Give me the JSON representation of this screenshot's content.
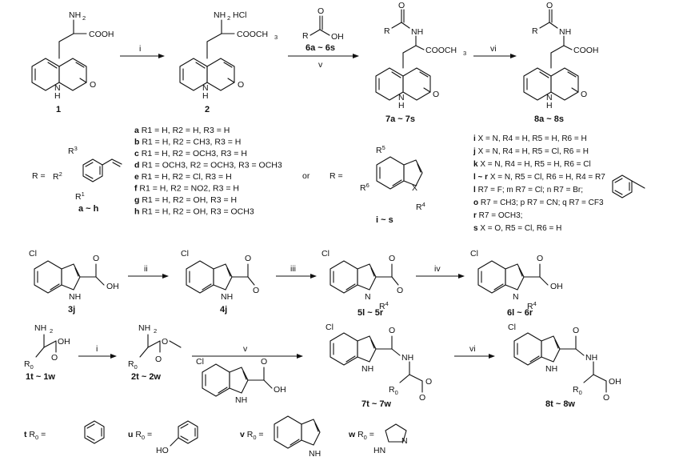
{
  "steps": {
    "i": "i",
    "ii": "ii",
    "iii": "iii",
    "iv": "iv",
    "v": "v",
    "vi": "vi"
  },
  "compounds": {
    "c1": "1",
    "c2": "2",
    "c7": "7a ~ 7s",
    "c8": "8a ~ 8s",
    "c3j": "3j",
    "c4j": "4j",
    "c5": "5l ~ 5r",
    "c6": "6l ~ 6r",
    "c1t": "1t ~ 1w",
    "c2t": "2t ~ 2w",
    "c7t": "7t ~ 7w",
    "c8t": "8t ~ 8w",
    "c6a": "6a ~ 6s",
    "cah": "a ~ h",
    "cis": "i ~ s"
  },
  "groups": {
    "nh2": "NH",
    "nh2hcl_1": "NH",
    "nh2hcl_2": "HCl",
    "cooh": "COOH",
    "cooch3": "COOCH",
    "nh": "NH",
    "o": "O",
    "oh": "OH",
    "h": "H",
    "n": "N",
    "r": "R",
    "cl": "Cl",
    "ho": "HO",
    "hn": "HN",
    "x": "X",
    "req": "R =",
    "or": "or"
  },
  "ah_list": [
    {
      "k": "a",
      "t": "R1 = H, R2 = H, R3 = H"
    },
    {
      "k": "b",
      "t": "R1 = H, R2 = CH3, R3 = H"
    },
    {
      "k": "c",
      "t": "R1 = H, R2 = OCH3, R3 = H"
    },
    {
      "k": "d",
      "t": "R1 = OCH3, R2 = OCH3, R3 = OCH3"
    },
    {
      "k": "e",
      "t": "R1 = H, R2 = Cl, R3 = H"
    },
    {
      "k": "f",
      "t": "R1 = H, R2 = NO2, R3 = H"
    },
    {
      "k": "g",
      "t": "R1 = H, R2 = OH, R3 = H"
    },
    {
      "k": "h",
      "t": "R1 = H, R2 = OH, R3 = OCH3"
    }
  ],
  "is_list": [
    {
      "k": "i",
      "t": "X = N, R4 = H, R5 = H, R6 = H"
    },
    {
      "k": "j",
      "t": "X = N, R4 = H, R5 = Cl, R6 = H"
    },
    {
      "k": "k",
      "t": "X = N, R4 = H, R5 = H, R6 = Cl"
    },
    {
      "k": "l ~ r",
      "t": "X = N, R5 = Cl, R6 = H, R4 = R7"
    },
    {
      "k": "l",
      "t": "R7 = F; m R7 = Cl; n R7 = Br;"
    },
    {
      "k": "o",
      "t": "R7 = CH3; p R7 = CN; q R7 = CF3"
    },
    {
      "k": "r",
      "t": "R7 = OCH3;"
    },
    {
      "k": "s",
      "t": "X = O, R5 = Cl, R6 = H"
    }
  ],
  "r0_defs": {
    "t": "t R0 =",
    "u": "u R0 =",
    "v": "v R0 =",
    "w": "w R0 ="
  }
}
